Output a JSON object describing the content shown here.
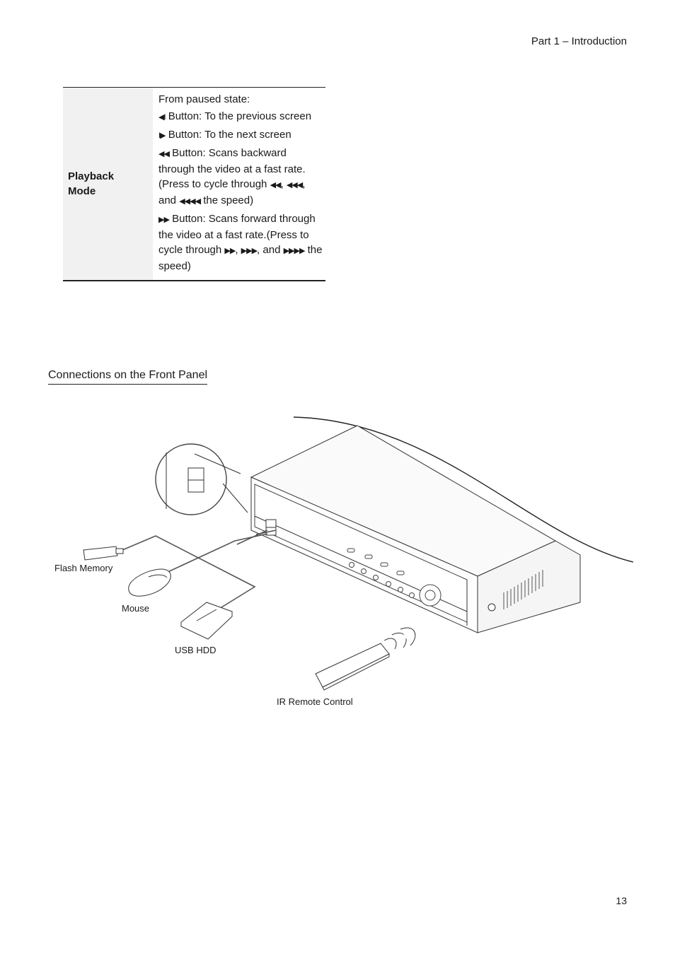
{
  "header": {
    "section": "Part 1 – Introduction"
  },
  "table": {
    "label": "Playback Mode",
    "lines": {
      "paused": "From paused state:",
      "prev_glyph": "◀I",
      "prev_text": "Button: To the previous screen",
      "next_glyph": "I▶",
      "next_text": "Button: To the next screen",
      "rew_glyph": "◀◀",
      "rew_text_1": "Button: Scans backward through the video at a fast rate.(Press to cycle through",
      "rew_g1": "◀◀",
      "rew_g2": "◀◀◀",
      "rew_and": ", and",
      "rew_g3": "◀◀◀◀",
      "rew_end": "the speed)",
      "ff_glyph": "▶▶",
      "ff_text_1": "Button: Scans forward through the video at a fast rate.(Press to cycle through",
      "ff_g1": "▶▶",
      "ff_g2": "▶▶▶",
      "ff_and": ", and",
      "ff_g3": "▶▶▶▶",
      "ff_end": "the speed)"
    }
  },
  "section_heading": "Connections on the Front Panel",
  "figure": {
    "captions": {
      "flash": "Flash Memory",
      "mouse": "Mouse",
      "hdd": "USB HDD",
      "remote": "IR Remote Control"
    }
  },
  "page_number": "13"
}
